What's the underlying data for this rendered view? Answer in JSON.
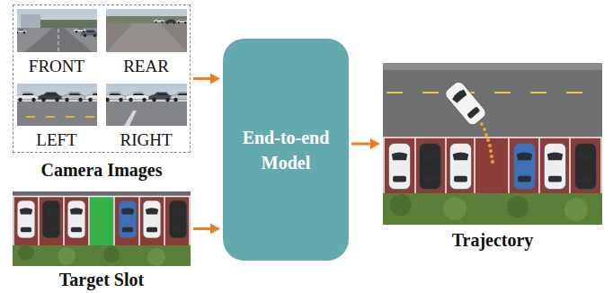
{
  "diagram": {
    "nodes": [
      {
        "text": [
          "Camera Images"
        ]
      },
      {
        "text": [
          "FRONT"
        ],
        "in": 0
      },
      {
        "text": [
          "REAR"
        ],
        "in": 0
      },
      {
        "text": [
          "LEFT"
        ],
        "in": 0
      },
      {
        "text": [
          "RIGHT"
        ],
        "in": 0
      },
      {
        "text": [
          "Target Slot"
        ]
      },
      {
        "text": [
          "End-to-end Model"
        ]
      },
      {
        "text": [
          "Trajectory"
        ]
      }
    ],
    "edges": [
      {
        "from": 0,
        "to": 6,
        "arrow": "to"
      },
      {
        "from": 5,
        "to": 6,
        "arrow": "to"
      },
      {
        "from": 6,
        "to": 7,
        "arrow": "to"
      }
    ]
  }
}
